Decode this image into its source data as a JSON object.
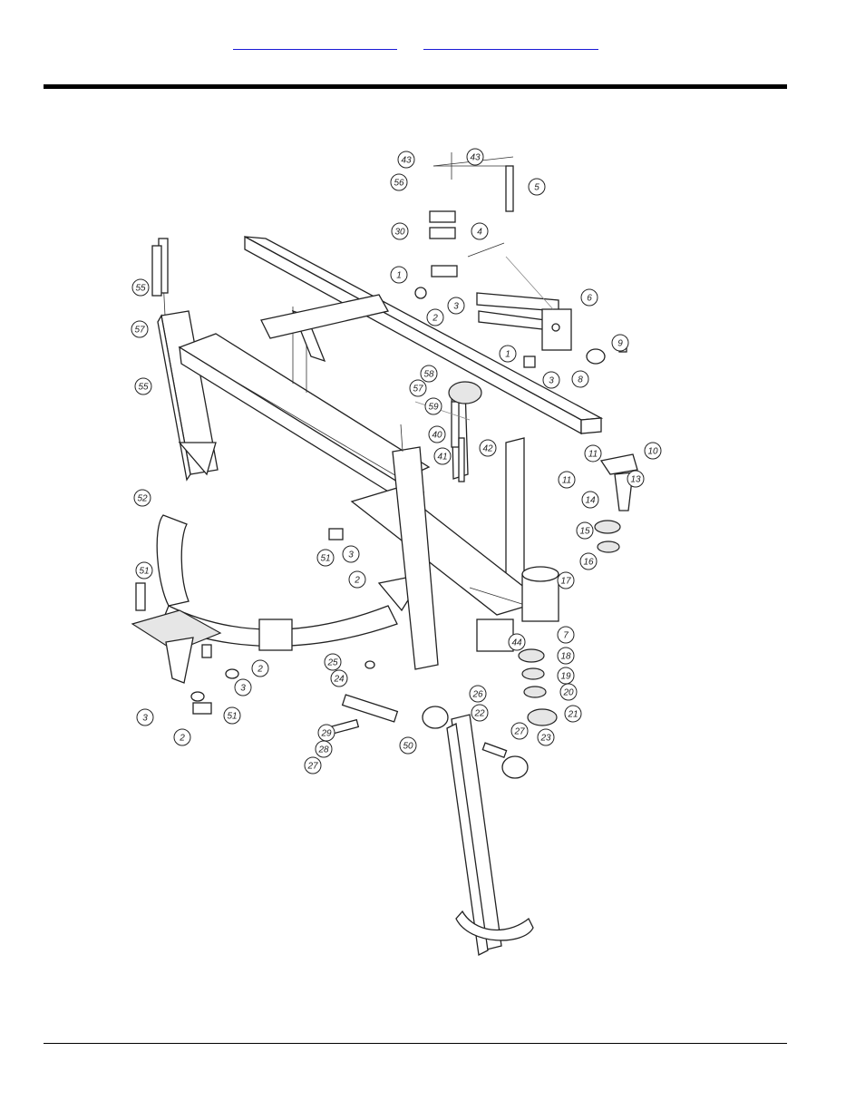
{
  "header": {
    "links": [
      {
        "id": "link-1",
        "text": ""
      },
      {
        "id": "link-2",
        "text": ""
      }
    ]
  },
  "diagram": {
    "callouts": [
      {
        "label": "43"
      },
      {
        "label": "43"
      },
      {
        "label": "56"
      },
      {
        "label": "5"
      },
      {
        "label": "30"
      },
      {
        "label": "4"
      },
      {
        "label": "1"
      },
      {
        "label": "3"
      },
      {
        "label": "2"
      },
      {
        "label": "6"
      },
      {
        "label": "9"
      },
      {
        "label": "1"
      },
      {
        "label": "3"
      },
      {
        "label": "8"
      },
      {
        "label": "55"
      },
      {
        "label": "57"
      },
      {
        "label": "58"
      },
      {
        "label": "57"
      },
      {
        "label": "59"
      },
      {
        "label": "40"
      },
      {
        "label": "41"
      },
      {
        "label": "42"
      },
      {
        "label": "55"
      },
      {
        "label": "52"
      },
      {
        "label": "11"
      },
      {
        "label": "10"
      },
      {
        "label": "11"
      },
      {
        "label": "13"
      },
      {
        "label": "14"
      },
      {
        "label": "15"
      },
      {
        "label": "16"
      },
      {
        "label": "51"
      },
      {
        "label": "3"
      },
      {
        "label": "2"
      },
      {
        "label": "51"
      },
      {
        "label": "17"
      },
      {
        "label": "7"
      },
      {
        "label": "44"
      },
      {
        "label": "25"
      },
      {
        "label": "24"
      },
      {
        "label": "26"
      },
      {
        "label": "18"
      },
      {
        "label": "19"
      },
      {
        "label": "20"
      },
      {
        "label": "22"
      },
      {
        "label": "21"
      },
      {
        "label": "2"
      },
      {
        "label": "3"
      },
      {
        "label": "3"
      },
      {
        "label": "2"
      },
      {
        "label": "51"
      },
      {
        "label": "29"
      },
      {
        "label": "28"
      },
      {
        "label": "27"
      },
      {
        "label": "50"
      },
      {
        "label": "27"
      },
      {
        "label": "23"
      }
    ]
  }
}
